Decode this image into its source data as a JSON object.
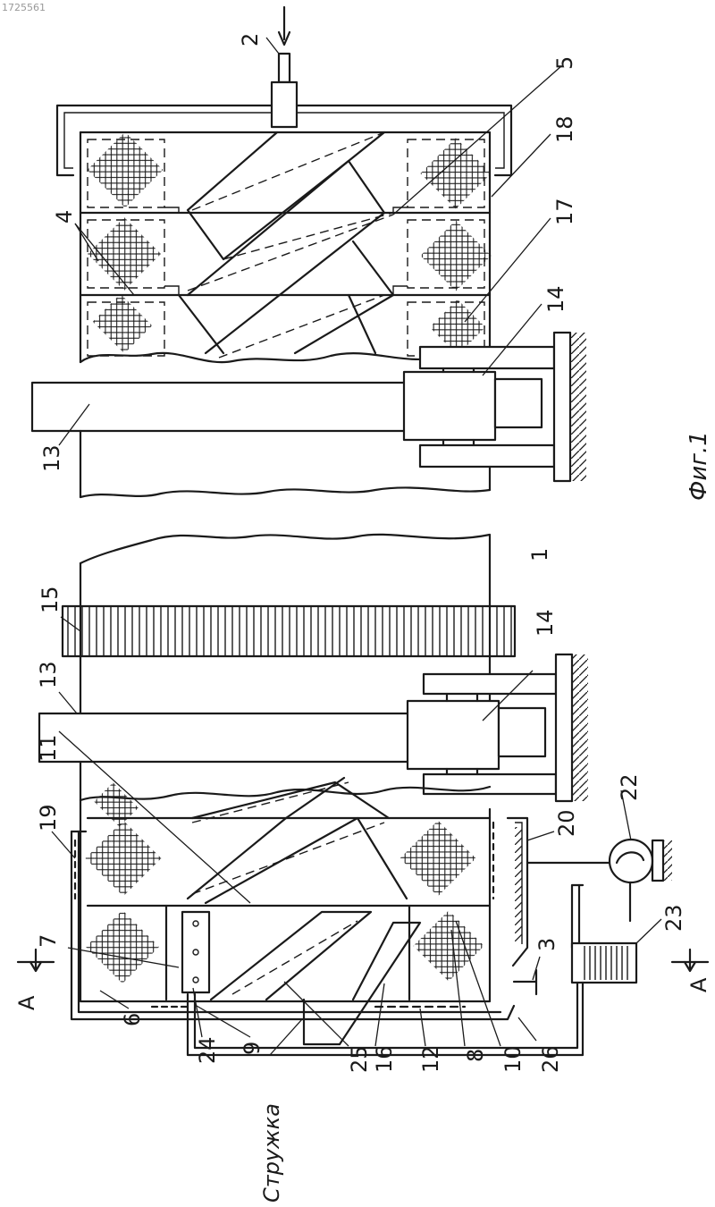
{
  "corner_mark": "1725561",
  "figure_caption": "Фиг.1",
  "material_label": "Стружка",
  "section_label": "А",
  "labels": {
    "n1": "1",
    "n2": "2",
    "n3": "3",
    "n4": "4",
    "n5": "5",
    "n6": "6",
    "n7": "7",
    "n8": "8",
    "n9": "9",
    "n10": "10",
    "n11": "11",
    "n12": "12",
    "n13a": "13",
    "n13b": "13",
    "n14a": "14",
    "n14b": "14",
    "n15": "15",
    "n16": "16",
    "n17": "17",
    "n18": "18",
    "n19": "19",
    "n20": "20",
    "n22": "22",
    "n23": "23",
    "n24": "24",
    "n25": "25",
    "n26": "26"
  }
}
